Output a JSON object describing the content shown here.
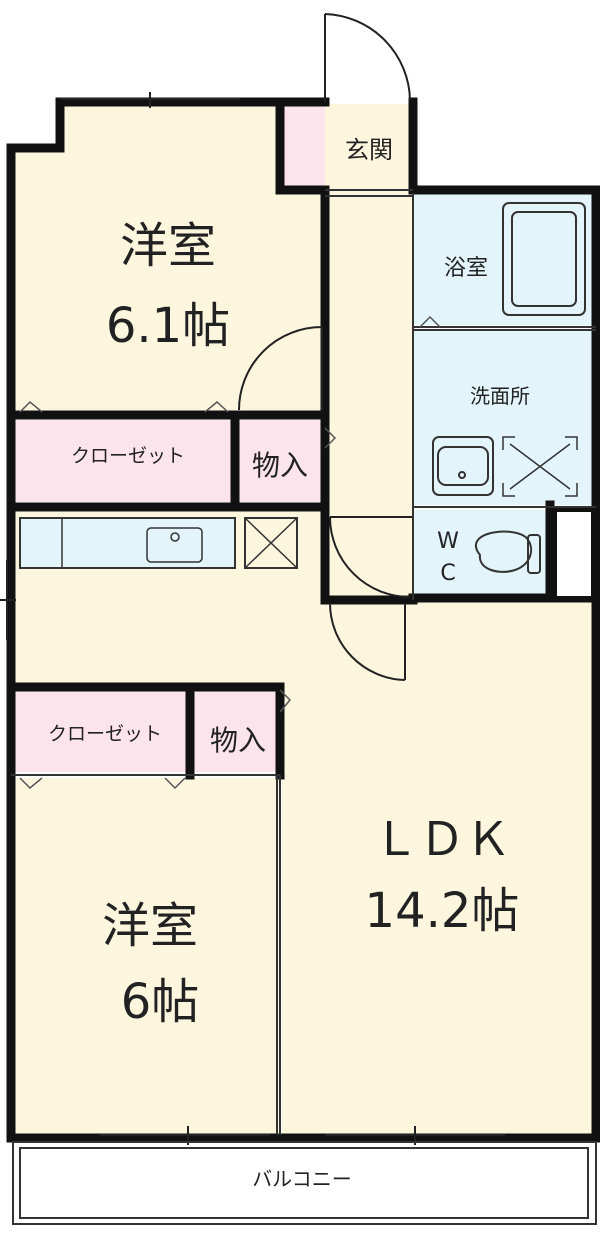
{
  "rooms": {
    "western1": {
      "name": "洋室",
      "size": "6.1帖"
    },
    "western2": {
      "name": "洋室",
      "size": "6帖"
    },
    "ldk": {
      "name": "ＬＤＫ",
      "size": "14.2帖"
    },
    "entrance": "玄関",
    "bath": "浴室",
    "washroom": "洗面所",
    "wc_top": "W",
    "wc_bottom": "C",
    "closet1": "クローゼット",
    "closet2": "クローゼット",
    "storage1": "物入",
    "storage2": "物入",
    "balcony": "バルコニー"
  },
  "colors": {
    "floor": "#fdf6df",
    "closet": "#fce4ec",
    "wet_area": "#e3f4fb",
    "wall": "#111111"
  }
}
